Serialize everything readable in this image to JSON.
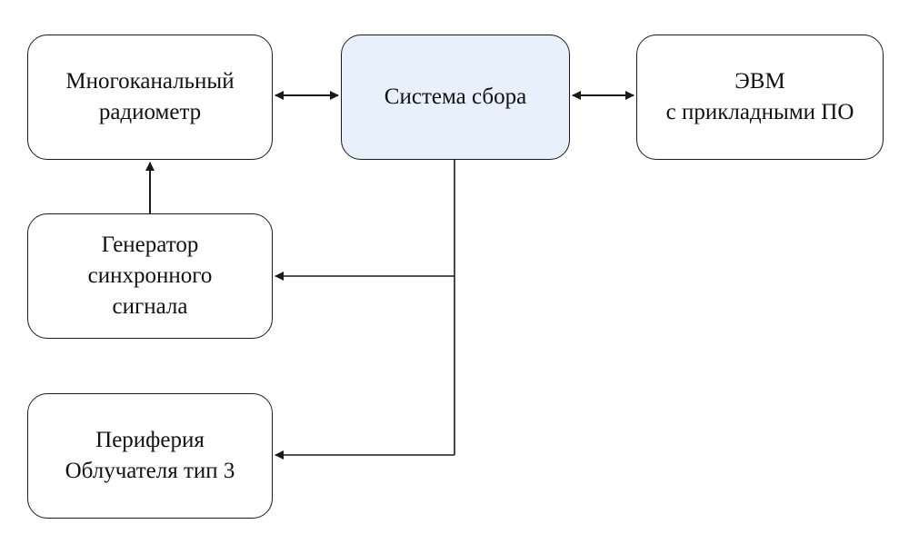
{
  "blocks": {
    "radiometer": {
      "line1": "Многоканальный",
      "line2": "радиометр"
    },
    "daq": {
      "line1": "Система сбора"
    },
    "computer": {
      "line1": "ЭВМ",
      "line2": "с прикладными ПО"
    },
    "generator": {
      "line1": "Генератор",
      "line2": "синхронного",
      "line3": "сигнала"
    },
    "periphery": {
      "line1": "Периферия",
      "line2": "Облучателя тип 3"
    }
  },
  "colors": {
    "highlight_fill": "#e8f0fb",
    "stroke": "#1a1a1a"
  }
}
